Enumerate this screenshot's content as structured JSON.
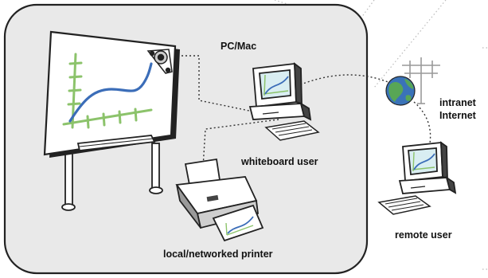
{
  "labels": {
    "pc_mac": "PC/Mac",
    "whiteboard_user": "whiteboard user",
    "printer": "local/networked printer",
    "remote_user": "remote user",
    "intranet": "intranet",
    "internet": "Internet"
  },
  "colors": {
    "outline": "#222222",
    "panel_fill": "#e9e9e9",
    "board_fill": "#ffffff",
    "curve_blue": "#3b6db8",
    "axis_green": "#8cc36b",
    "screen_fill": "#d9eef2",
    "globe_blue": "#3a73b8",
    "globe_green": "#58a656",
    "dotted_line": "#777777"
  },
  "icons": [
    "whiteboard-icon",
    "pen-tray-icon",
    "desktop-computer-icon",
    "keyboard-icon",
    "printer-icon",
    "globe-icon",
    "network-tower-icon"
  ]
}
